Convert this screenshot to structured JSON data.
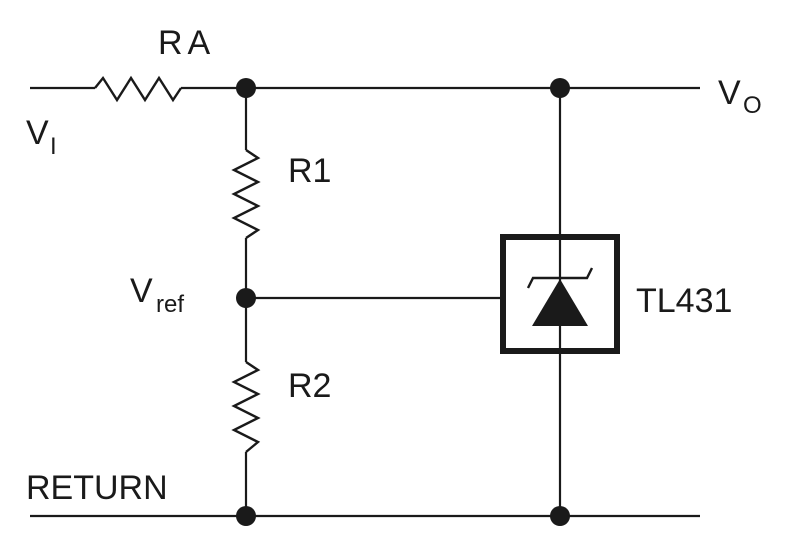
{
  "labels": {
    "input": "V",
    "input_sub": "I",
    "output": "V",
    "output_sub": "O",
    "ref": "V",
    "ref_sub": "ref",
    "ra": "RA",
    "r1": "R1",
    "r2": "R2",
    "ic": "TL431",
    "return": "RETURN"
  }
}
